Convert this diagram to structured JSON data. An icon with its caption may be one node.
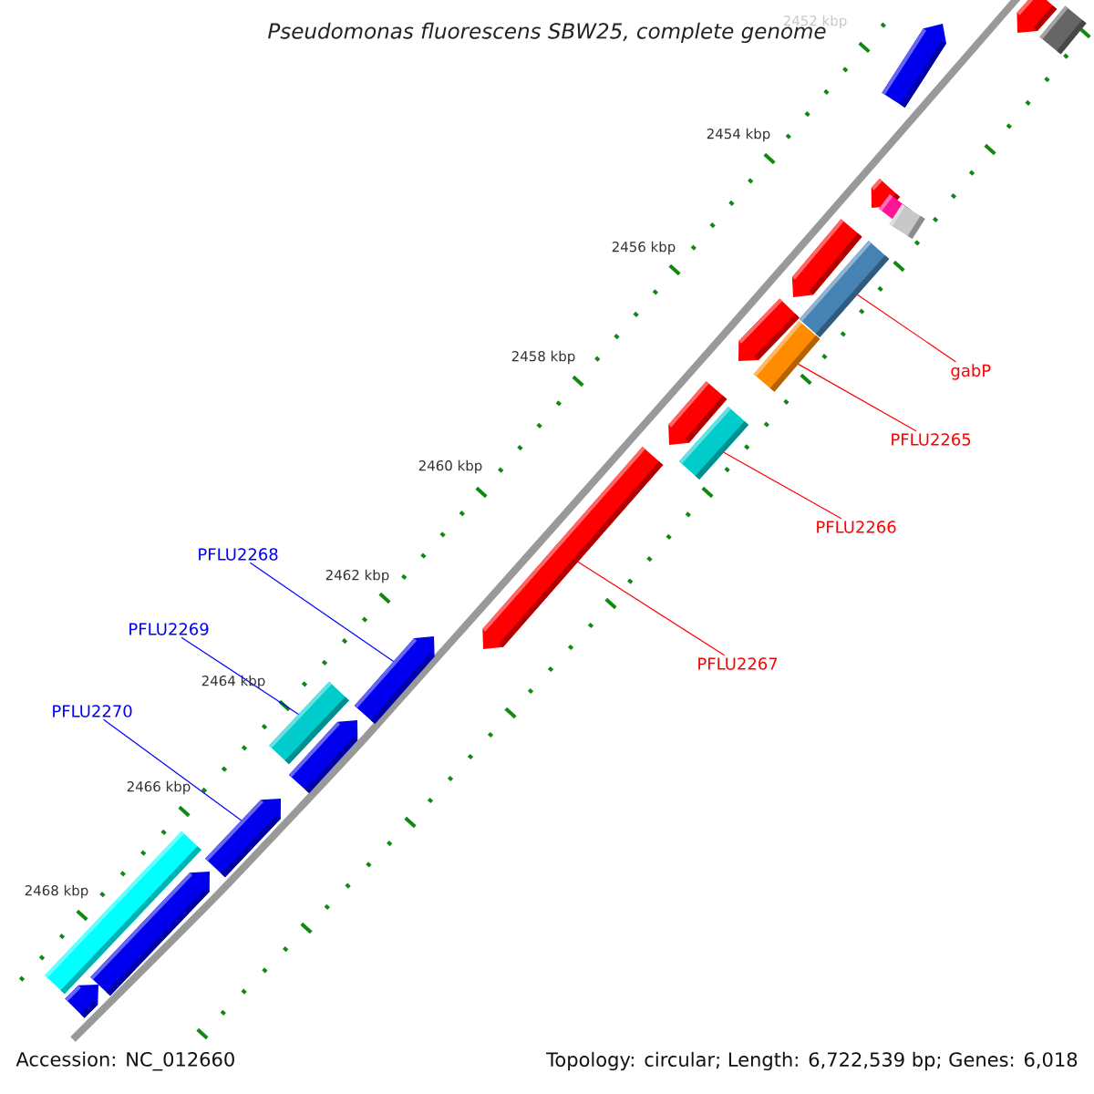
{
  "diagram": {
    "title": "Pseudomonas fluorescens SBW25, complete genome",
    "nodes": [
      {
        "text": [
          "gabP"
        ]
      },
      {
        "text": [
          "PFLU2265"
        ]
      },
      {
        "text": [
          "PFLU2266"
        ]
      },
      {
        "text": [
          "PFLU2267"
        ]
      },
      {
        "text": [
          "PFLU2268"
        ]
      },
      {
        "text": [
          "PFLU2269"
        ]
      },
      {
        "text": [
          "PFLU2270"
        ]
      },
      {
        "text": [],
        "shape": "arrow"
      },
      {
        "text": [],
        "shape": "bar"
      },
      {
        "text": [],
        "shape": "arrow"
      },
      {
        "text": [],
        "shape": "arrow"
      },
      {
        "text": [],
        "shape": "bar"
      },
      {
        "text": [],
        "shape": "bar"
      },
      {
        "text": [],
        "shape": "arrow"
      },
      {
        "text": [],
        "shape": "bar"
      },
      {
        "text": [],
        "shape": "arrow"
      },
      {
        "text": [],
        "shape": "bar"
      },
      {
        "text": [],
        "shape": "arrow"
      },
      {
        "text": [],
        "shape": "bar"
      },
      {
        "text": [],
        "shape": "arrow"
      },
      {
        "text": [],
        "shape": "arrow"
      },
      {
        "text": [],
        "shape": "bar"
      },
      {
        "text": [],
        "shape": "arrow"
      },
      {
        "text": [],
        "shape": "arrow"
      },
      {
        "text": [],
        "shape": "bar"
      },
      {
        "text": [],
        "shape": "arrow"
      },
      {
        "text": [],
        "shape": "arrow"
      }
    ],
    "edges": [
      {
        "from": 0,
        "to": 14,
        "arrow": "none"
      },
      {
        "from": 1,
        "to": 16,
        "arrow": "none"
      },
      {
        "from": 2,
        "to": 18,
        "arrow": "none"
      },
      {
        "from": 3,
        "to": 19,
        "arrow": "none"
      },
      {
        "from": 4,
        "to": 20,
        "arrow": "none",
        "color": "#0000ff"
      },
      {
        "from": 5,
        "to": 21,
        "arrow": "none",
        "color": "#0000ff"
      },
      {
        "from": 6,
        "to": 23,
        "arrow": "none",
        "color": "#0000ff"
      }
    ],
    "labels": [
      "2452 kbp",
      "2454 kbp",
      "2456 kbp",
      "2458 kbp",
      "2460 kbp",
      "2462 kbp",
      "2464 kbp",
      "2466 kbp",
      "2468 kbp",
      "Accession: NC_012660",
      "Topology: circular; Length: 6,722,539 bp; Genes: 6,018"
    ]
  }
}
